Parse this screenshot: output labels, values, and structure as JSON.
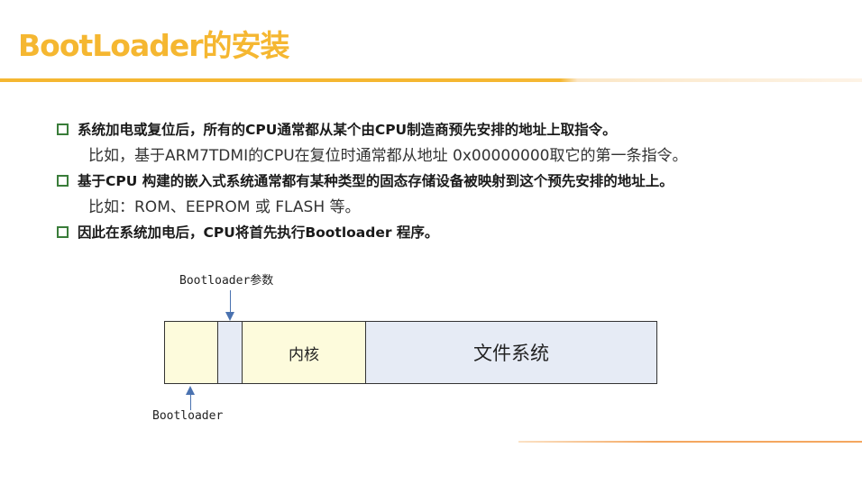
{
  "slide": {
    "title": "BootLoader的安装"
  },
  "bullets": [
    {
      "text": "系统加电或复位后，所有的CPU通常都从某个由CPU制造商预先安排的地址上取指令。",
      "sub": "比如，基于ARM7TDMI的CPU在复位时通常都从地址 0x00000000取它的第一条指令。"
    },
    {
      "text": "基于CPU 构建的嵌入式系统通常都有某种类型的固态存储设备被映射到这个预先安排的地址上。",
      "sub": "比如：ROM、EEPROM 或 FLASH 等。"
    },
    {
      "text": "因此在系统加电后，CPU将首先执行Bootloader 程序。",
      "sub": ""
    }
  ],
  "diagram": {
    "top_label": "Bootloader参数",
    "bottom_label": "Bootloader",
    "segments": [
      {
        "label": "",
        "color": "#fdfbdc"
      },
      {
        "label": "",
        "color": "#e6ebf5"
      },
      {
        "label": "内核",
        "color": "#fdfbdc"
      },
      {
        "label": "文件系统",
        "color": "#e6ebf5"
      }
    ]
  }
}
